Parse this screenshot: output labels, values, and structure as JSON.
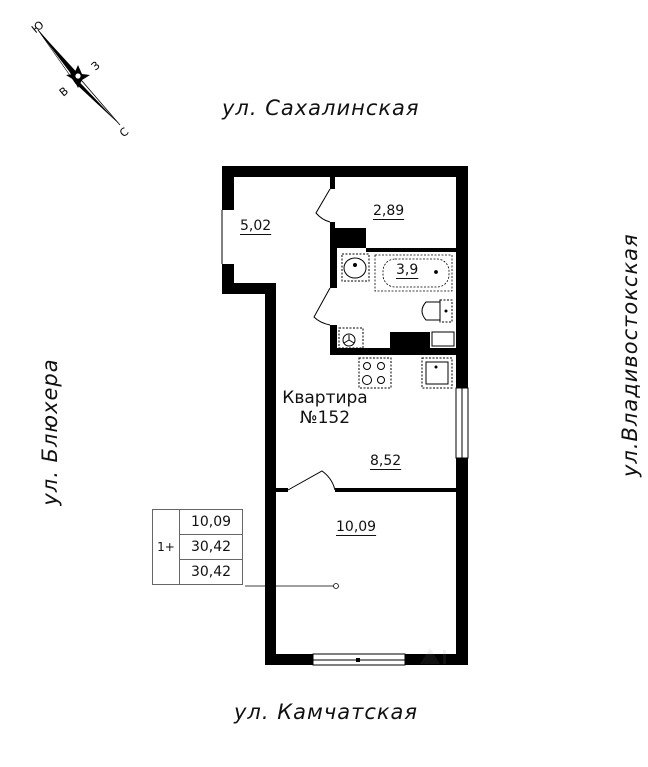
{
  "compass": {
    "north": "С",
    "south": "Ю",
    "east": "В",
    "west": "З"
  },
  "streets": {
    "top": "ул. Сахалинская",
    "bottom": "ул. Камчатская",
    "left": "ул. Блюхера",
    "right": "ул.Владивостокская"
  },
  "apartment": {
    "label_line1": "Квартира",
    "label_line2": "№152"
  },
  "rooms": [
    {
      "name": "balcony",
      "area": "5,02"
    },
    {
      "name": "storage",
      "area": "2,89"
    },
    {
      "name": "bathroom",
      "area": "3,9"
    },
    {
      "name": "kitchen-hall",
      "area": "8,52"
    },
    {
      "name": "living-room",
      "area": "10,09"
    }
  ],
  "legend": {
    "rooms": "1+",
    "living_area": "10,09",
    "total_area": "30,42",
    "total_area_with_balcony": "30,42"
  }
}
